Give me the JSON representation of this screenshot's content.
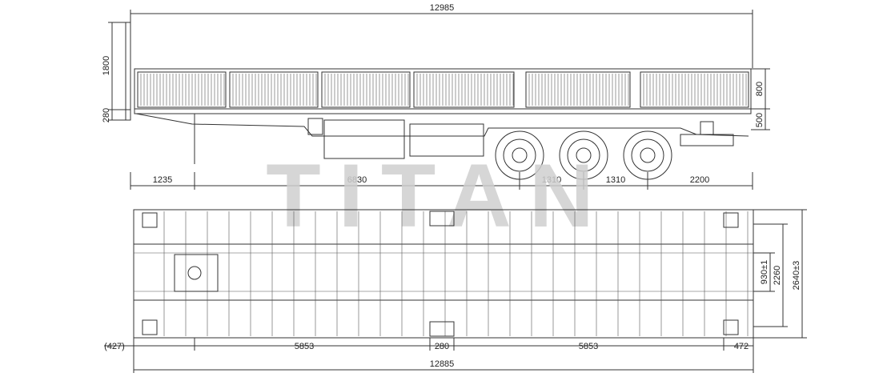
{
  "watermark": "TITAN",
  "side_view": {
    "overall_length": "12985",
    "side_wall_height": "1800",
    "front_offset": "280",
    "panel_height": "800",
    "lower_height": "500",
    "segments": [
      "1235",
      "6830",
      "1310",
      "1310",
      "2200"
    ]
  },
  "top_view": {
    "overall_length": "12885",
    "kingpin_offset": "(427)",
    "left_span": "5853",
    "middle_gap": "280",
    "right_span": "5853",
    "rear_overhang": "472",
    "center_width": "930±1",
    "inner_width": "2260",
    "overall_width": "2640±3"
  },
  "colors": {
    "line": "#333333",
    "watermark": "#cfcfcf"
  }
}
